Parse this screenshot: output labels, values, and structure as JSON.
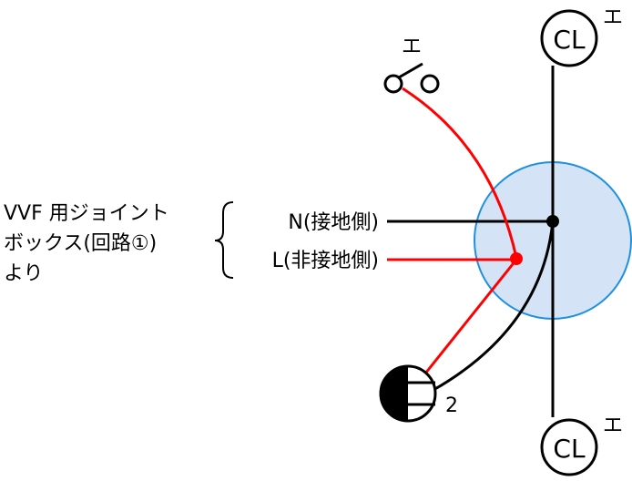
{
  "source_label": {
    "line1": "VVF 用ジョイント",
    "line2": "ボックス(回路①)",
    "line3": "より"
  },
  "wires": {
    "neutral_label": "N(接地側)",
    "line_label": "L(非接地側)"
  },
  "fixtures": {
    "ceiling_light_top": {
      "symbol": "CL",
      "mark": "エ"
    },
    "ceiling_light_bottom": {
      "symbol": "CL",
      "mark": "エ"
    },
    "switch": {
      "mark": "エ"
    },
    "outlet": {
      "count": "2"
    }
  },
  "colors": {
    "black_wire": "#000000",
    "red_wire": "#ff0000",
    "junction_fill": "#d4e3f6",
    "junction_stroke": "#1e90e0"
  }
}
